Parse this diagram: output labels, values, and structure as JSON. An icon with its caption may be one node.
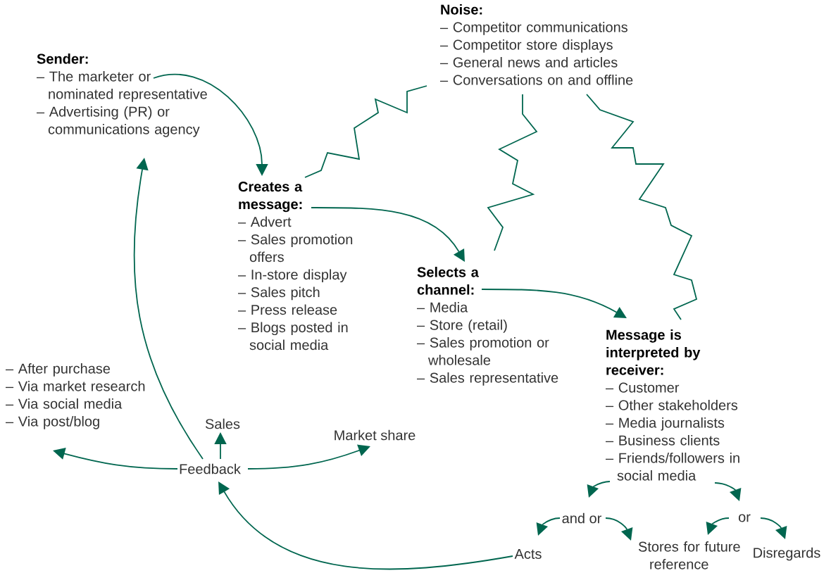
{
  "diagram": {
    "nodes": [
      {
        "text": [
          "Sender:",
          "– The marketer or nominated representative",
          "– Advertising (PR) or communications agency"
        ]
      },
      {
        "text": [
          "Creates a message:",
          "– Advert",
          "– Sales promotion offers",
          "– In-store display",
          "– Sales pitch",
          "– Press release",
          "– Blogs posted in social media"
        ]
      },
      {
        "text": [
          "Selects a channel:",
          "– Media",
          "– Store (retail)",
          "– Sales promotion or wholesale",
          "– Sales representative"
        ]
      },
      {
        "text": [
          "Message is interpreted by receiver:",
          "– Customer",
          "– Other stakeholders",
          "– Media journalists",
          "– Business clients",
          "– Friends/followers in social media"
        ]
      },
      {
        "text": [
          "Noise:",
          "– Competitor communications",
          "– Competitor store displays",
          "– General news and articles",
          "– Conversations on and offline"
        ]
      },
      {
        "text": [
          "– After purchase",
          "– Via market research",
          "– Via social media",
          "– Via post/blog"
        ]
      },
      {
        "text": [
          "Sales"
        ]
      },
      {
        "text": [
          "Market share"
        ]
      },
      {
        "text": [
          "Feedback"
        ]
      },
      {
        "text": [
          "and or"
        ]
      },
      {
        "text": [
          "or"
        ]
      },
      {
        "text": [
          "Acts"
        ]
      },
      {
        "text": [
          "Stores for future reference"
        ]
      },
      {
        "text": [
          "Disregards"
        ]
      }
    ],
    "edges": [
      {
        "from": 0,
        "to": 1,
        "arrow": "to"
      },
      {
        "from": 1,
        "to": 2,
        "arrow": "to"
      },
      {
        "from": 2,
        "to": 3,
        "arrow": "to"
      },
      {
        "from": 3,
        "to": 9,
        "arrow": "to"
      },
      {
        "from": 3,
        "to": 10,
        "arrow": "to"
      },
      {
        "from": 9,
        "to": 11,
        "arrow": "to"
      },
      {
        "from": 9,
        "to": 12,
        "arrow": "to"
      },
      {
        "from": 10,
        "to": 12,
        "arrow": "to"
      },
      {
        "from": 10,
        "to": 13,
        "arrow": "to"
      },
      {
        "from": 11,
        "to": 8,
        "arrow": "to"
      },
      {
        "from": 8,
        "to": 5,
        "arrow": "to"
      },
      {
        "from": 8,
        "to": 6,
        "arrow": "to"
      },
      {
        "from": 8,
        "to": 7,
        "arrow": "to"
      },
      {
        "from": 8,
        "to": 0,
        "arrow": "to"
      },
      {
        "from": 4,
        "to": 1,
        "arrow": "none"
      },
      {
        "from": 4,
        "to": 2,
        "arrow": "none"
      },
      {
        "from": 4,
        "to": 3,
        "arrow": "none"
      }
    ]
  }
}
